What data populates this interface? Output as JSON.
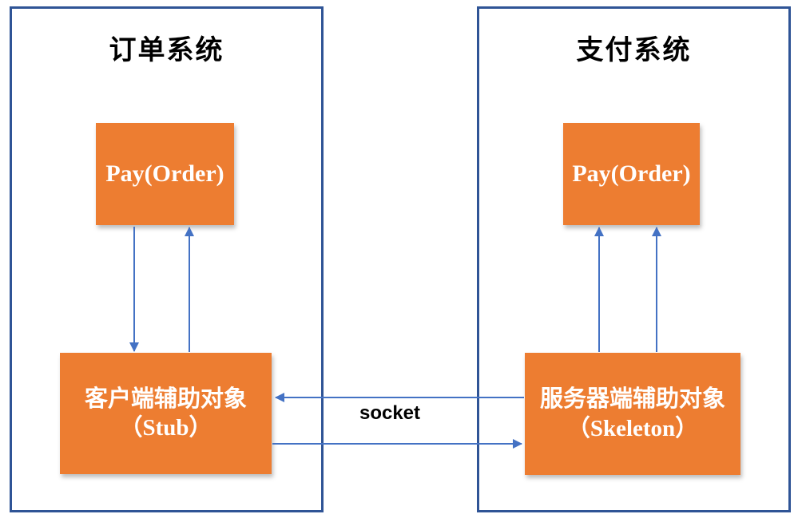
{
  "diagram": {
    "left_system": {
      "title": "订单系统",
      "method_box": {
        "label": "Pay(Order)"
      },
      "helper_box": {
        "line1": "客户端辅助对象",
        "line2": "（Stub）"
      }
    },
    "right_system": {
      "title": "支付系统",
      "method_box": {
        "label": "Pay(Order)"
      },
      "helper_box": {
        "line1": "服务器端辅助对象",
        "line2": "（Skeleton）"
      }
    },
    "connection": {
      "label": "socket"
    },
    "colors": {
      "box_fill": "#ED7D31",
      "box_text": "#FFFFFF",
      "arrow": "#4472C4",
      "container_border": "#2F5496",
      "title_text": "#000000",
      "label_text": "#000000"
    }
  }
}
